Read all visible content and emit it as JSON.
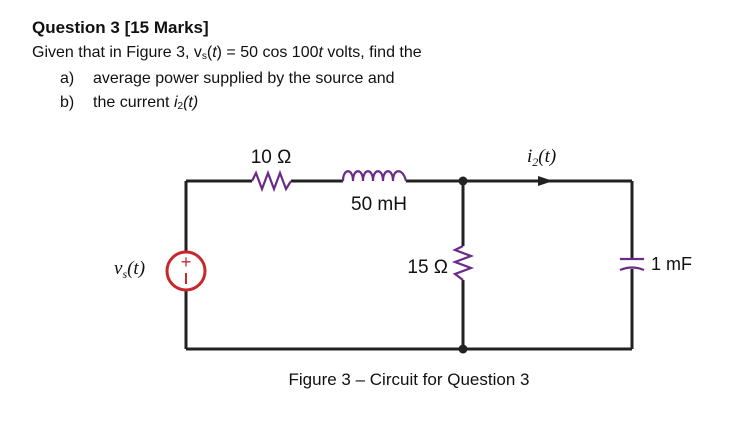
{
  "question": {
    "heading": "Question 3 [15 Marks]",
    "intro_prefix": "Given that in Figure 3, v",
    "intro_sub": "s",
    "intro_mid": "(",
    "intro_t": "t",
    "intro_after_t": ") = 50 cos 100",
    "intro_t2": "t",
    "intro_suffix": " volts, find the",
    "items": [
      {
        "marker": "a)",
        "text": "average power supplied by the source and"
      },
      {
        "marker": "b)",
        "text_prefix": "the current ",
        "var": "i",
        "var_sub": "2",
        "var_arg": "(t)"
      }
    ]
  },
  "figure": {
    "caption": "Figure 3 – Circuit for Question 3",
    "source_label_main": "v",
    "source_label_sub": "s",
    "source_label_arg": "(t)",
    "source_plus": "+",
    "resistor_1_label": "10 Ω",
    "inductor_label": "50 mH",
    "resistor_2_label": "15 Ω",
    "capacitor_label": "1 mF",
    "current_label_main": "i",
    "current_label_sub": "2",
    "current_label_arg": "(t)",
    "colors": {
      "wire": "#222222",
      "resistor": "#6a2a86",
      "inductor": "#6a2a86",
      "capacitor": "#6a2a86",
      "source_ring": "#c8282d",
      "node": "#222222"
    }
  }
}
